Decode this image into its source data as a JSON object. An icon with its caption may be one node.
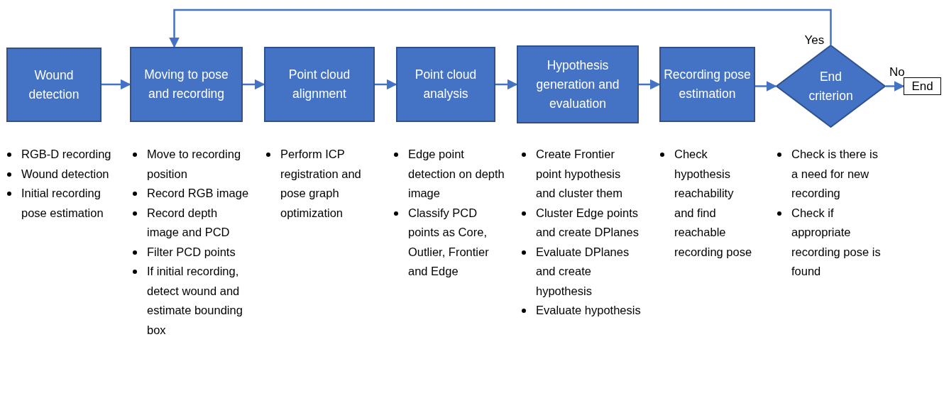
{
  "diagram": {
    "nodes": [
      {
        "text": [
          "Wound detection"
        ],
        "beside": [
          "RGB-D recording",
          "Wound detection",
          "Initial recording pose estimation"
        ]
      },
      {
        "text": [
          "Moving to pose and recording"
        ],
        "beside": [
          "Move to recording position",
          "Record RGB image",
          "Record depth image and PCD",
          "Filter PCD points",
          "If initial recording, detect wound and estimate bounding box"
        ]
      },
      {
        "text": [
          "Point cloud alignment"
        ],
        "beside": [
          "Perform ICP registration and pose graph optimization"
        ]
      },
      {
        "text": [
          "Point cloud analysis"
        ],
        "beside": [
          "Edge point detection on depth image",
          "Classify PCD points as Core, Outlier, Frontier and Edge"
        ]
      },
      {
        "text": [
          "Hypothesis generation and evaluation"
        ],
        "beside": [
          "Create Frontier point hypothesis and cluster them",
          "Cluster Edge points and create DPlanes",
          "Evaluate DPlanes and create hypothesis",
          "Evaluate hypothesis"
        ]
      },
      {
        "text": [
          "Recording pose estimation"
        ],
        "beside": [
          "Check hypothesis reachability and find reachable recording pose"
        ]
      },
      {
        "text": [
          "End criterion"
        ],
        "beside": [
          "Check is there is a need for new recording",
          "Check if appropriate recording pose is found"
        ]
      },
      {
        "text": [
          "End"
        ]
      }
    ],
    "edges": [
      {
        "from": 0,
        "to": 1,
        "arrow": "to"
      },
      {
        "from": 1,
        "to": 2,
        "arrow": "to"
      },
      {
        "from": 2,
        "to": 3,
        "arrow": "to"
      },
      {
        "from": 3,
        "to": 4,
        "arrow": "to"
      },
      {
        "from": 4,
        "to": 5,
        "arrow": "to"
      },
      {
        "from": 5,
        "to": 6,
        "arrow": "to"
      },
      {
        "from": 6,
        "to": 7,
        "arrow": "to",
        "label": "No"
      },
      {
        "from": 6,
        "to": 1,
        "arrow": "to",
        "label": "Yes"
      }
    ]
  }
}
